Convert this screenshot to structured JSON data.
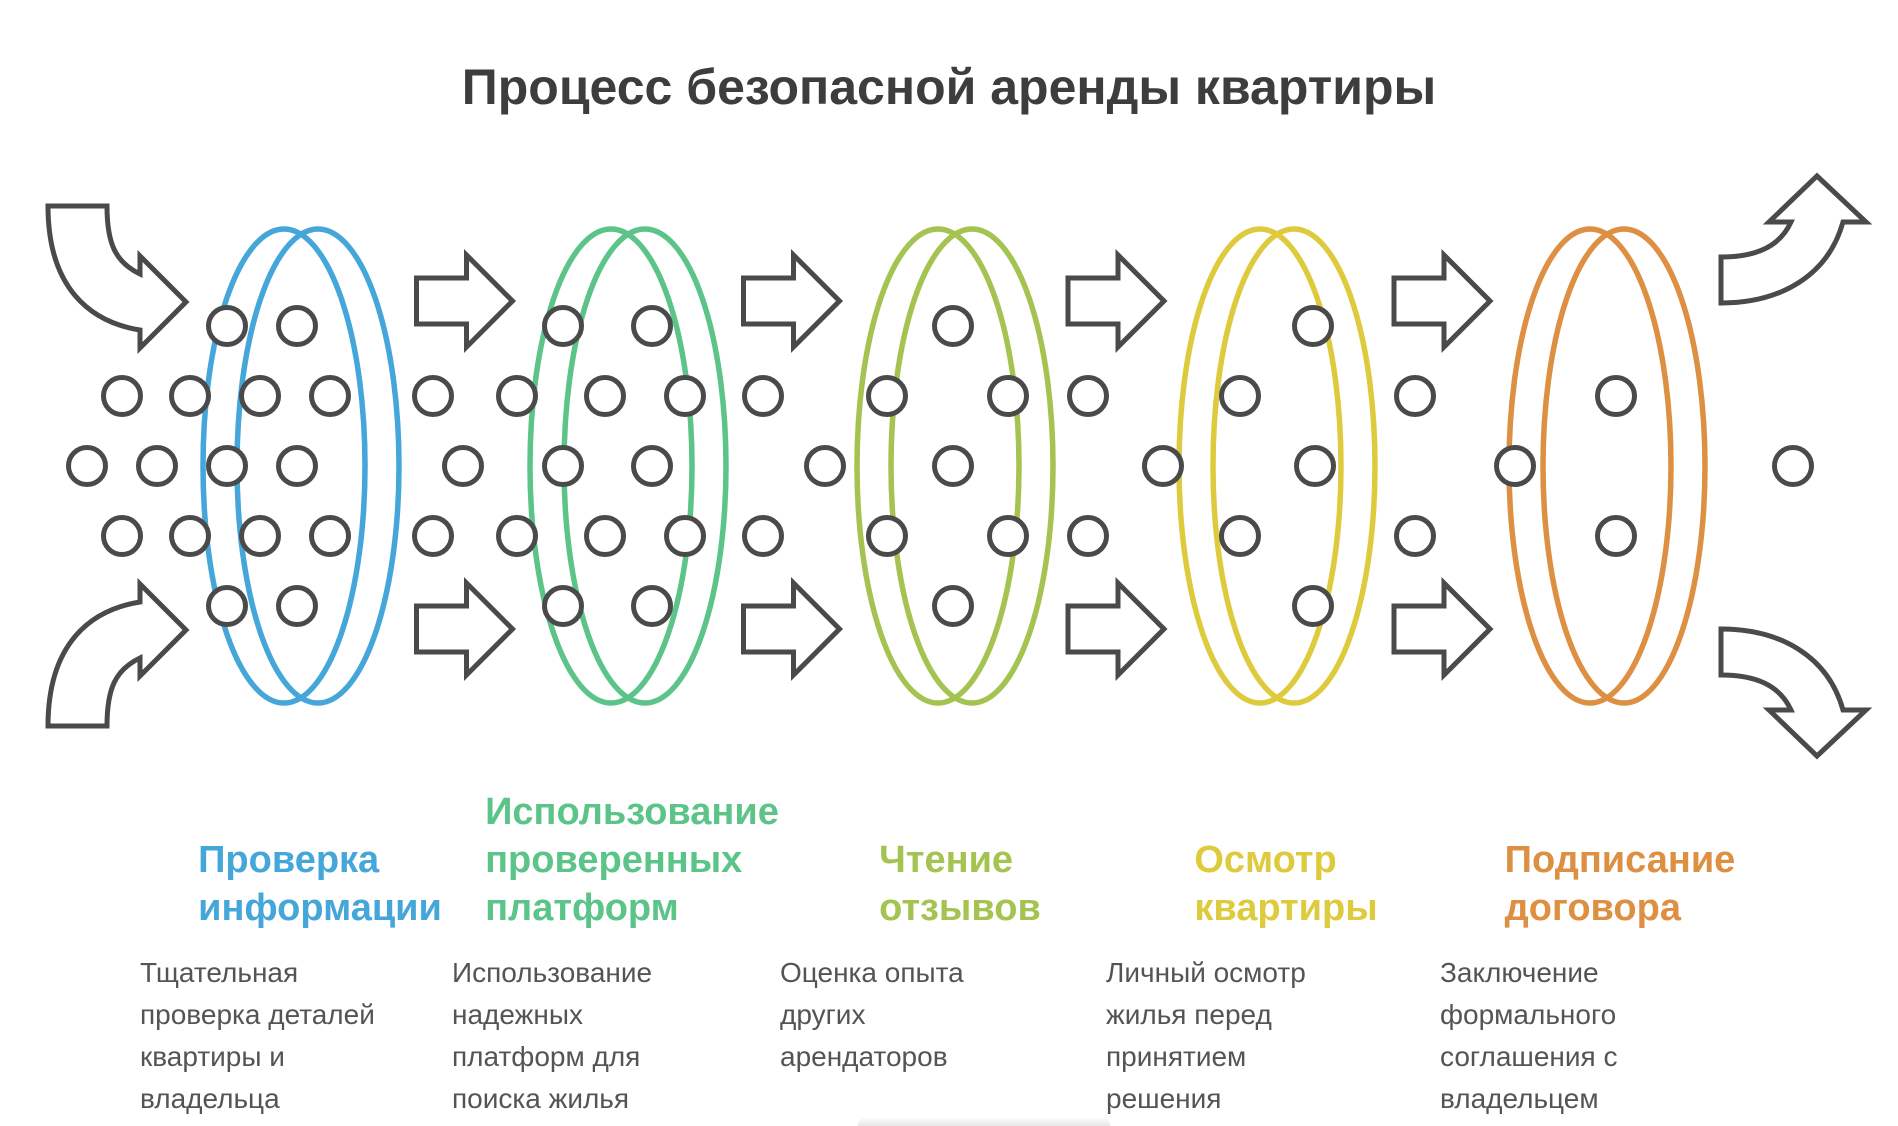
{
  "title": "Процесс безопасной аренды квартиры",
  "stages": [
    {
      "name": "proverka-informacii",
      "heading": "Проверка\nинформации",
      "description": "Тщательная\nпроверка деталей\nквартиры и\nвладельца",
      "color": "#45a6d9"
    },
    {
      "name": "ispolzovanie-proverennyh-platform",
      "heading": "Использование\nпроверенных\nплатформ",
      "description": "Использование\nнадежных\nплатформ для\nпоиска жилья",
      "color": "#5cc489"
    },
    {
      "name": "chtenie-otzyvov",
      "heading": "Чтение\nотзывов",
      "description": "Оценка опыта\nдругих\nарендаторов",
      "color": "#a4c350"
    },
    {
      "name": "osmotr-kvartiry",
      "heading": "Осмотр\nквартиры",
      "description": "Личный осмотр\nжилья перед\nпринятием\nрешения",
      "color": "#decb3d"
    },
    {
      "name": "podpisanie-dogovora",
      "heading": "Подписание\nдоговора",
      "description": "Заключение\nформального\nсоглашения с\nвладельцем",
      "color": "#dd8f42"
    }
  ],
  "flow": {
    "arrow_color": "#4a4a4a",
    "dot_color": "#4a4a4a",
    "title_color": "#3d3d3d",
    "description_color": "#545454"
  }
}
